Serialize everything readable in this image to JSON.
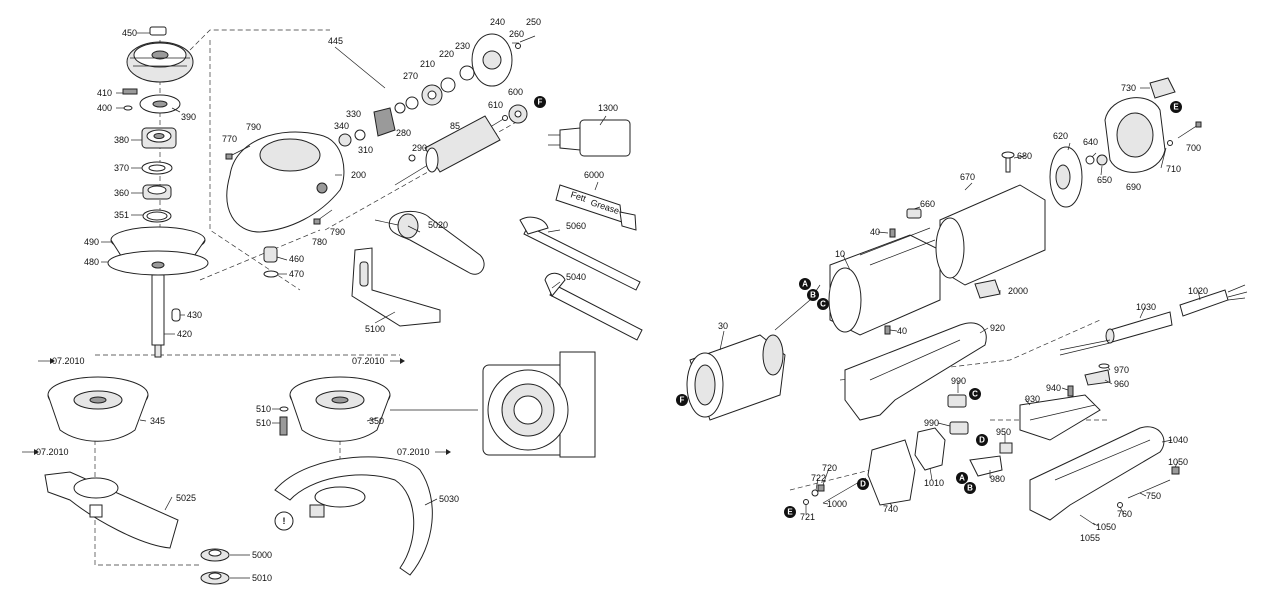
{
  "labels": {
    "l450": "450",
    "l410": "410",
    "l400": "400",
    "l390": "390",
    "l380": "380",
    "l370": "370",
    "l360": "360",
    "l351": "351",
    "l490": "490",
    "l480": "480",
    "l430": "430",
    "l420": "420",
    "l445": "445",
    "l770": "770",
    "l790a": "790",
    "l200": "200",
    "l780": "780",
    "l790b": "790",
    "l460": "460",
    "l470": "470",
    "l330": "330",
    "l340": "340",
    "l310": "310",
    "l280": "280",
    "l270": "270",
    "l210": "210",
    "l220": "220",
    "l230": "230",
    "l240": "240",
    "l250": "250",
    "l260": "260",
    "l600": "600",
    "l610": "610",
    "l85": "85",
    "l290": "290",
    "l5020": "5020",
    "l5100": "5100",
    "l1300": "1300",
    "l6000": "6000",
    "l5060": "5060",
    "l5040": "5040",
    "l0720a": "07.2010",
    "l345": "345",
    "l0720b": "07.2010",
    "l510a": "510",
    "l510b": "510",
    "l350": "350",
    "l0720c": "07.2010",
    "l5025": "5025",
    "l0720d": "07.2010",
    "l5030": "5030",
    "l5000": "5000",
    "l5010": "5010",
    "l730": "730",
    "l700": "700",
    "l620": "620",
    "l640": "640",
    "l650": "650",
    "l690": "690",
    "l710": "710",
    "l680": "680",
    "l670": "670",
    "l660": "660",
    "l40a": "40",
    "l10": "10",
    "l2000": "2000",
    "l40b": "40",
    "l30": "30",
    "l1030": "1030",
    "l1020": "1020",
    "l920": "920",
    "l970": "970",
    "l960": "960",
    "l940": "940",
    "l990a": "990",
    "l930": "930",
    "l990b": "990",
    "l950": "950",
    "l1040": "1040",
    "l1050a": "1050",
    "l720": "720",
    "l722": "722",
    "l1000": "1000",
    "l721": "721",
    "l1010": "1010",
    "l740": "740",
    "l980": "980",
    "l750": "750",
    "l760": "760",
    "l1050b": "1050",
    "l1055": "1055"
  },
  "tube_text": {
    "line1": "Fett",
    "line2": "Grease"
  },
  "badges": {
    "A": "A",
    "B": "B",
    "C": "C",
    "D": "D",
    "E": "E",
    "F": "F"
  },
  "warning_symbol": "!"
}
